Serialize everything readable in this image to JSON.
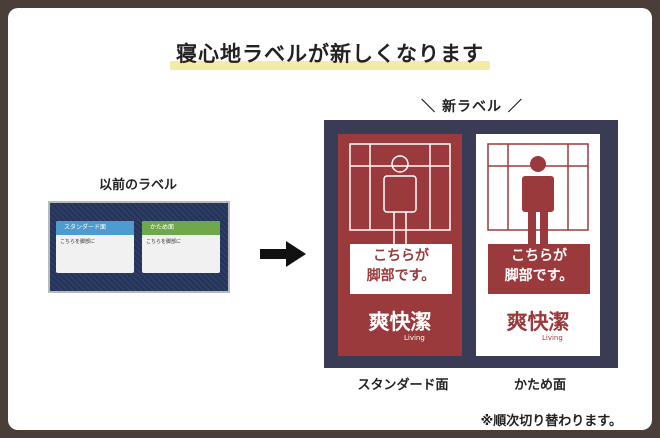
{
  "title": "寝心地ラベルが新しくなります",
  "old": {
    "caption": "以前のラベル",
    "tag_standard": "スタンダード面",
    "tag_firm": "かため面",
    "tag_text": "こちらを脚部に"
  },
  "new": {
    "caption": "＼ 新ラベル ／",
    "here_line1": "こちらが",
    "here_line2": "脚部です。",
    "brand": "爽快潔",
    "brand_sub": "Living",
    "standard_label": "スタンダード面",
    "firm_label": "かため面"
  },
  "note": "※順次切り替わります。",
  "colors": {
    "label_red": "#9b3a3c",
    "frame_navy": "#3a3b55",
    "highlight": "#f4eca6",
    "background": "#4a3f38"
  },
  "icons": [
    "person-icon",
    "arrow-right-icon"
  ]
}
